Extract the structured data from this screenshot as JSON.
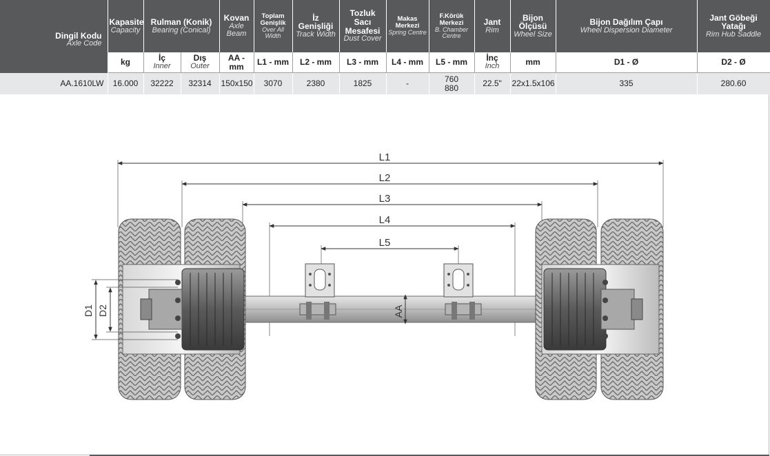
{
  "table": {
    "headers": [
      {
        "title": "Dingil Kodu",
        "subtitle": "Axle Code"
      },
      {
        "title": "Kapasite",
        "subtitle": "Capacity"
      },
      {
        "title": "Rulman (Konik)",
        "subtitle": "Bearing (Conical)"
      },
      {
        "title": "Kovan",
        "subtitle": "Axle Beam"
      },
      {
        "title": "Toplam Genişlik",
        "subtitle": "Over All Width"
      },
      {
        "title": "İz Genişliği",
        "subtitle": "Track Width"
      },
      {
        "title": "Tozluk Sacı Mesafesi",
        "subtitle": "Dust Cover"
      },
      {
        "title": "Makas Merkezi",
        "subtitle": "Spring Centre"
      },
      {
        "title": "F.Körük Merkezi",
        "subtitle": "B. Chamber Centre"
      },
      {
        "title": "Jant",
        "subtitle": "Rim"
      },
      {
        "title": "Bijon Ölçüsü",
        "subtitle": "Wheel Size"
      },
      {
        "title": "Bijon Dağılım Çapı",
        "subtitle": "Wheel Dispersion Diameter"
      },
      {
        "title": "Jant Göbeği Yatağı",
        "subtitle": "Rim Hub Saddle"
      }
    ],
    "units": {
      "capacity": "kg",
      "inner": "İç",
      "inner_en": "Inner",
      "outer": "Dış",
      "outer_en": "Outer",
      "axle_beam": "AA - mm",
      "l1": "L1 - mm",
      "l2": "L2 - mm",
      "l3": "L3 - mm",
      "l4": "L4 - mm",
      "l5": "L5 - mm",
      "rim": "İnç",
      "rim_en": "Inch",
      "wheel_size": "mm",
      "d1": "D1 - Ø",
      "d2": "D2 - Ø"
    },
    "row": {
      "axle_code": "AA.1610LW",
      "capacity": "16.000",
      "inner": "32222",
      "outer": "32314",
      "axle_beam": "150x150",
      "l1": "3070",
      "l2": "2380",
      "l3": "1825",
      "l4": "-",
      "l5_a": "760",
      "l5_b": "880",
      "rim": "22.5\"",
      "wheel_size": "22x1.5x106",
      "d1": "335",
      "d2": "280.60"
    }
  },
  "diagram": {
    "labels": {
      "l1": "L1",
      "l2": "L2",
      "l3": "L3",
      "l4": "L4",
      "l5": "L5",
      "d1": "D1",
      "d2": "D2",
      "aa": "AA"
    }
  },
  "colors": {
    "header_bg": "#58595b",
    "row_bg": "#e6e7e8"
  }
}
